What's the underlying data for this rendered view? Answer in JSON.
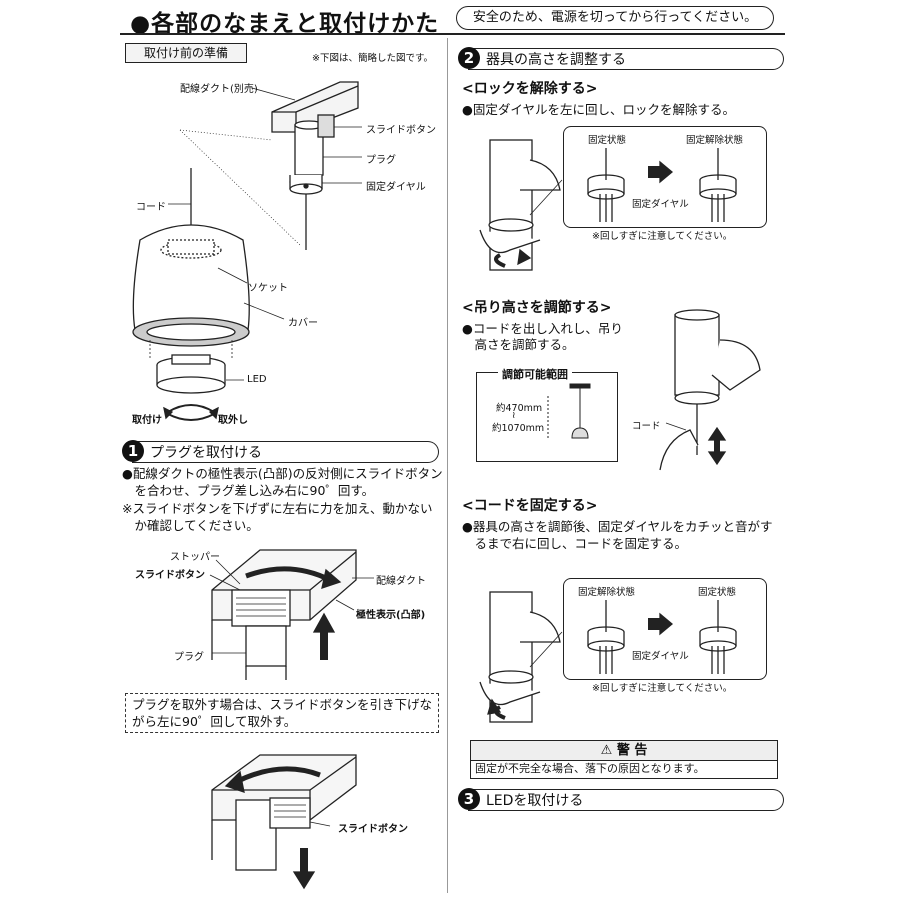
{
  "header": {
    "title": "●各部のなまえと取付けかた",
    "notice": "安全のため、電源を切ってから行ってください。"
  },
  "prep": {
    "box_label": "取付け前の準備",
    "simplified_note": "※下図は、簡略した図です。",
    "labels": {
      "duct": "配線ダクト(別売)",
      "slide_button": "スライドボタン",
      "plug": "プラグ",
      "dial": "固定ダイヤル",
      "cord": "コード",
      "socket": "ソケット",
      "cover": "カバー",
      "led": "LED",
      "attach": "取付け",
      "remove": "取外し"
    }
  },
  "step1": {
    "number": "1",
    "title": "プラグを取付ける",
    "line1": "●配線ダクトの極性表示(凸部)の反対側にスライドボタン",
    "line2": "　を合わせ、プラグ差し込み右に90゜回す。",
    "note1": "※スライドボタンを下げずに左右に力を加え、動かない",
    "note2": "　か確認してください。",
    "labels": {
      "stopper": "ストッパー",
      "slide_button": "スライドボタン",
      "duct": "配線ダクト",
      "polarity": "極性表示(凸部)",
      "plug": "プラグ"
    },
    "remove_note1": "プラグを取外す場合は、スライドボタンを引き下げな",
    "remove_note2": "がら左に90゜回して取外す。",
    "slide_button_2": "スライドボタン"
  },
  "step2": {
    "number": "2",
    "title": "器具の高さを調整する",
    "unlock": {
      "head": "<ロックを解除する>",
      "text": "●固定ダイヤルを左に回し、ロックを解除する。",
      "state_locked": "固定状態",
      "state_released": "固定解除状態",
      "dial": "固定ダイヤル",
      "caution": "※回しすぎに注意してください。"
    },
    "height": {
      "head": "<吊り高さを調節する>",
      "line1": "●コードを出し入れし、吊り",
      "line2": "　高さを調節する。",
      "range_title": "調節可能範囲",
      "min": "約470mm",
      "tilde": "≀",
      "max": "約1070mm",
      "cord": "コード"
    },
    "fix": {
      "head": "<コードを固定する>",
      "line1": "●器具の高さを調節後、固定ダイヤルをカチッと音がす",
      "line2": "　るまで右に回し、コードを固定する。",
      "state_released": "固定解除状態",
      "state_locked": "固定状態",
      "dial": "固定ダイヤル",
      "caution": "※回しすぎに注意してください。"
    }
  },
  "warning": {
    "head": "⚠ 警 告",
    "text": "固定が不完全な場合、落下の原因となります。"
  },
  "step3": {
    "number": "3",
    "title": "LEDを取付ける"
  }
}
